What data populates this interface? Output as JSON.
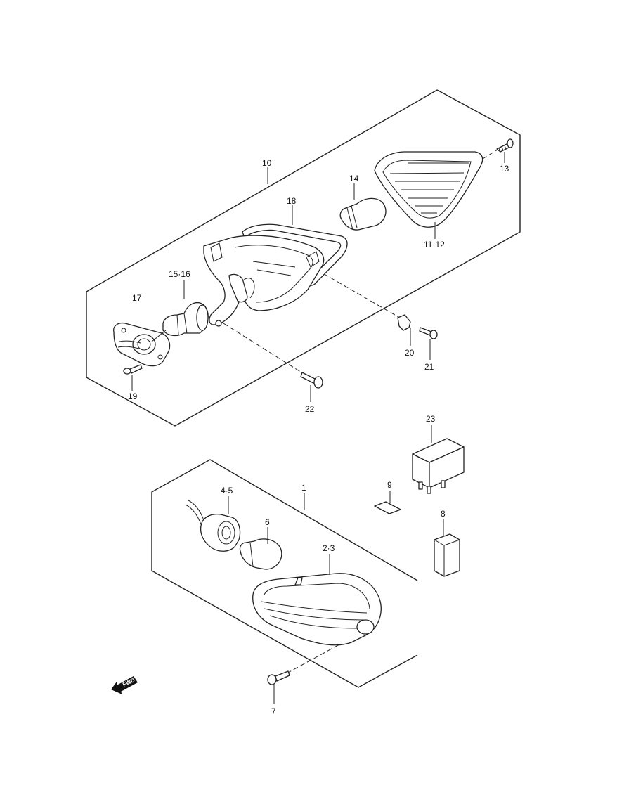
{
  "callouts": {
    "c1": "1",
    "c2_3": "2·3",
    "c4_5": "4·5",
    "c6": "6",
    "c7": "7",
    "c8": "8",
    "c9": "9",
    "c10": "10",
    "c11_12": "11·12",
    "c13": "13",
    "c14": "14",
    "c15_16": "15·16",
    "c17": "17",
    "c18": "18",
    "c19": "19",
    "c20": "20",
    "c21": "21",
    "c22": "22",
    "c23": "23"
  },
  "direction_marker": {
    "label": "FWD",
    "icon": "forward-arrow-icon"
  }
}
